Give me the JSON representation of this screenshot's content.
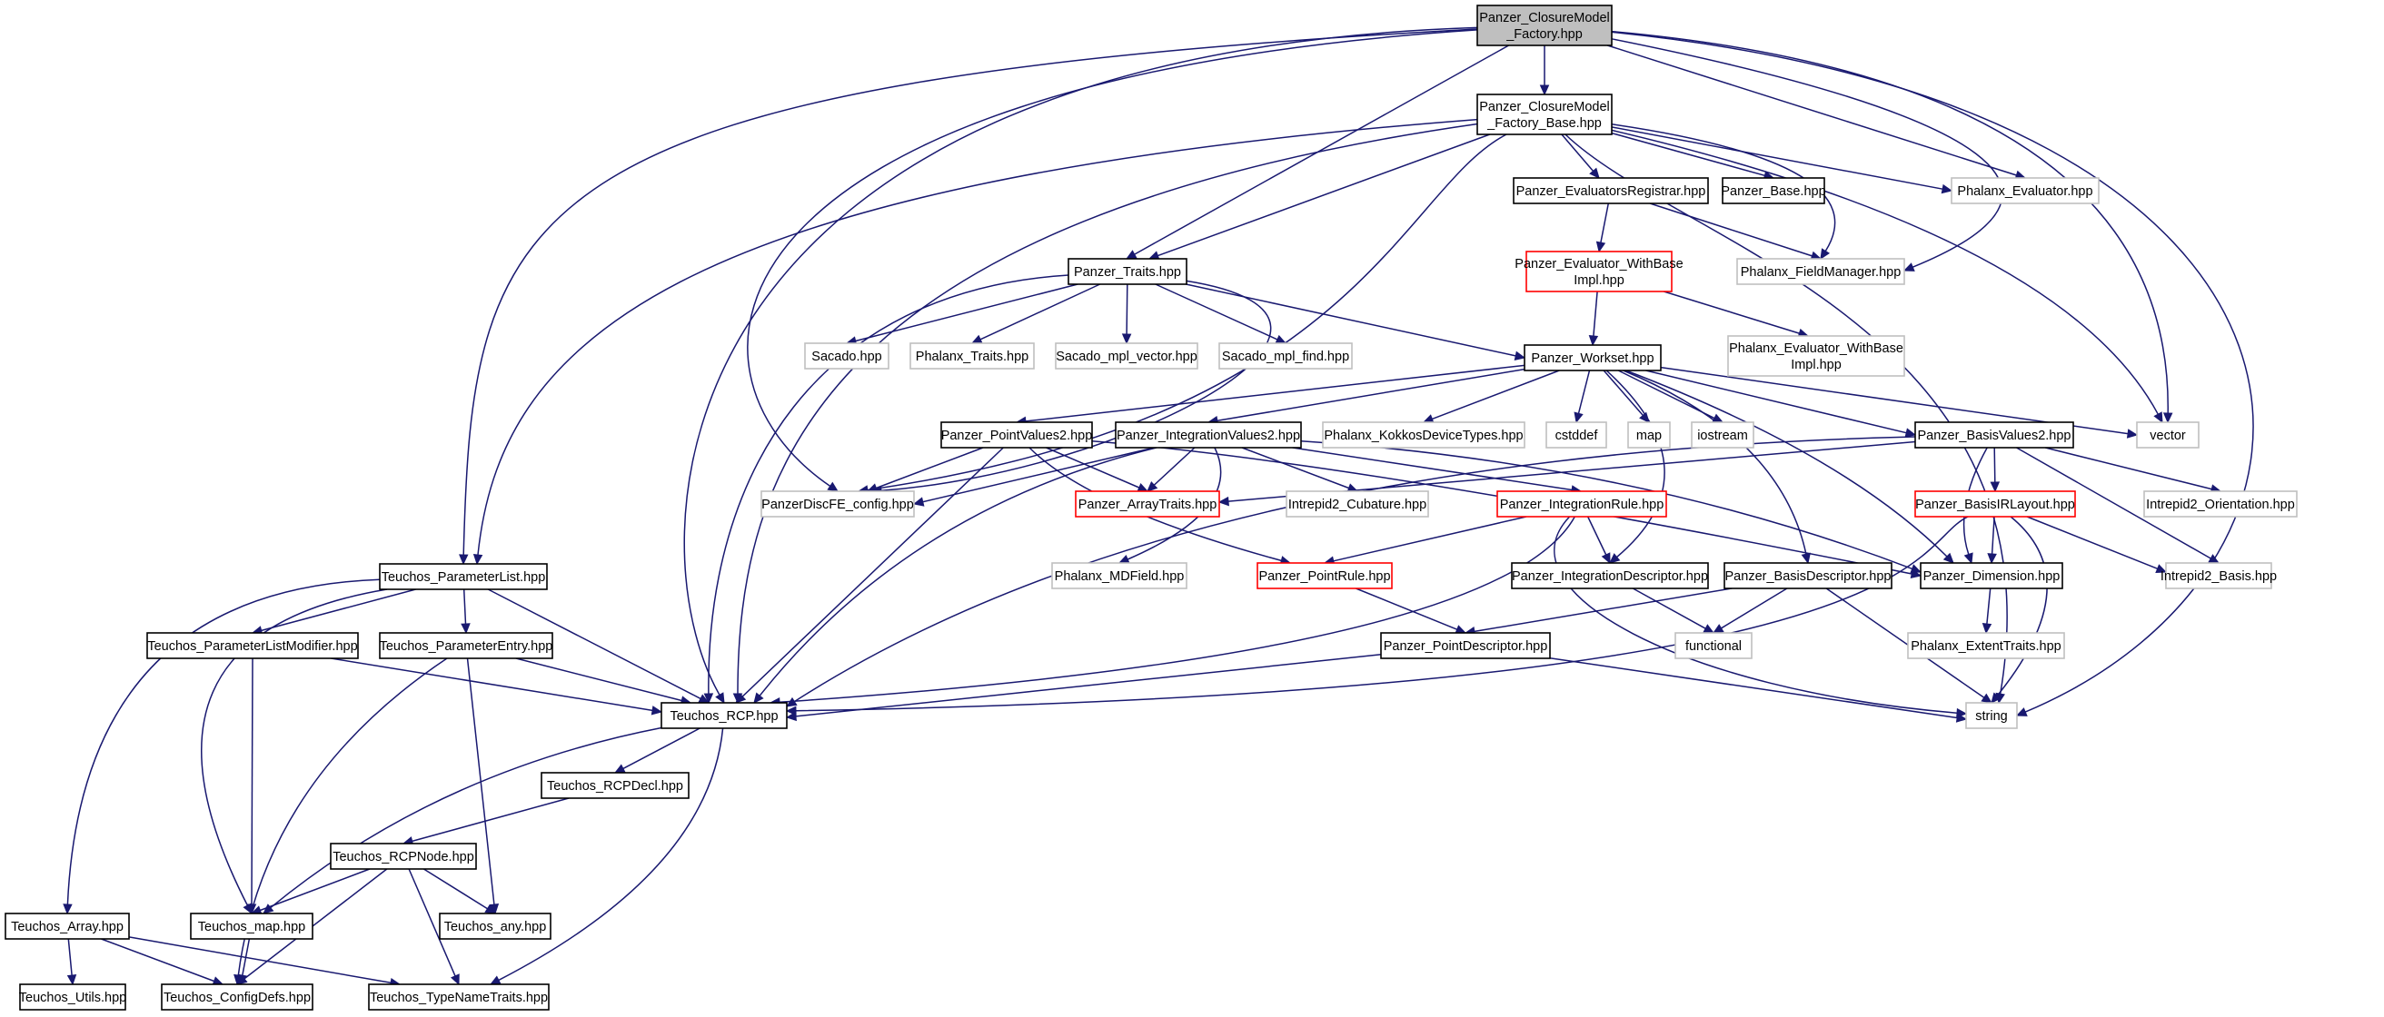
{
  "colors": {
    "edge": "#191970",
    "box_default": "#000000",
    "box_missing": "#bfbfbf",
    "box_truncated": "#ff0000",
    "root_fill": "#bfbfbf",
    "fill": "#ffffff"
  },
  "nodes": [
    {
      "id": "root",
      "lines": [
        "Panzer_ClosureModel",
        "_Factory.hpp"
      ],
      "style": "root"
    },
    {
      "id": "cmfb",
      "lines": [
        "Panzer_ClosureModel",
        "_Factory_Base.hpp"
      ],
      "style": "default"
    },
    {
      "id": "evreg",
      "lines": [
        "Panzer_EvaluatorsRegistrar.hpp"
      ],
      "style": "default"
    },
    {
      "id": "pbase",
      "lines": [
        "Panzer_Base.hpp"
      ],
      "style": "default"
    },
    {
      "id": "phev",
      "lines": [
        "Phalanx_Evaluator.hpp"
      ],
      "style": "missing"
    },
    {
      "id": "evwb",
      "lines": [
        "Panzer_Evaluator_WithBase",
        "Impl.hpp"
      ],
      "style": "truncated"
    },
    {
      "id": "phfm",
      "lines": [
        "Phalanx_FieldManager.hpp"
      ],
      "style": "missing"
    },
    {
      "id": "traits",
      "lines": [
        "Panzer_Traits.hpp"
      ],
      "style": "default"
    },
    {
      "id": "phevwb",
      "lines": [
        "Phalanx_Evaluator_WithBase",
        "Impl.hpp"
      ],
      "style": "missing"
    },
    {
      "id": "sacado",
      "lines": [
        "Sacado.hpp"
      ],
      "style": "missing"
    },
    {
      "id": "phtraits",
      "lines": [
        "Phalanx_Traits.hpp"
      ],
      "style": "missing"
    },
    {
      "id": "smv",
      "lines": [
        "Sacado_mpl_vector.hpp"
      ],
      "style": "missing"
    },
    {
      "id": "smf",
      "lines": [
        "Sacado_mpl_find.hpp"
      ],
      "style": "missing"
    },
    {
      "id": "workset",
      "lines": [
        "Panzer_Workset.hpp"
      ],
      "style": "default"
    },
    {
      "id": "pv2",
      "lines": [
        "Panzer_PointValues2.hpp"
      ],
      "style": "default"
    },
    {
      "id": "iv2",
      "lines": [
        "Panzer_IntegrationValues2.hpp"
      ],
      "style": "default"
    },
    {
      "id": "kokkos",
      "lines": [
        "Phalanx_KokkosDeviceTypes.hpp"
      ],
      "style": "missing"
    },
    {
      "id": "cstddef",
      "lines": [
        "cstddef"
      ],
      "style": "missing"
    },
    {
      "id": "map",
      "lines": [
        "map"
      ],
      "style": "missing"
    },
    {
      "id": "iostream",
      "lines": [
        "iostream"
      ],
      "style": "missing"
    },
    {
      "id": "bv2",
      "lines": [
        "Panzer_BasisValues2.hpp"
      ],
      "style": "default"
    },
    {
      "id": "vector",
      "lines": [
        "vector"
      ],
      "style": "missing"
    },
    {
      "id": "pdfe",
      "lines": [
        "PanzerDiscFE_config.hpp"
      ],
      "style": "missing"
    },
    {
      "id": "atraits",
      "lines": [
        "Panzer_ArrayTraits.hpp"
      ],
      "style": "truncated"
    },
    {
      "id": "icub",
      "lines": [
        "Intrepid2_Cubature.hpp"
      ],
      "style": "missing"
    },
    {
      "id": "irule",
      "lines": [
        "Panzer_IntegrationRule.hpp"
      ],
      "style": "truncated"
    },
    {
      "id": "birl",
      "lines": [
        "Panzer_BasisIRLayout.hpp"
      ],
      "style": "truncated"
    },
    {
      "id": "iorient",
      "lines": [
        "Intrepid2_Orientation.hpp"
      ],
      "style": "missing"
    },
    {
      "id": "mdfield",
      "lines": [
        "Phalanx_MDField.hpp"
      ],
      "style": "missing"
    },
    {
      "id": "prule",
      "lines": [
        "Panzer_PointRule.hpp"
      ],
      "style": "truncated"
    },
    {
      "id": "idesc",
      "lines": [
        "Panzer_IntegrationDescriptor.hpp"
      ],
      "style": "default"
    },
    {
      "id": "bdesc",
      "lines": [
        "Panzer_BasisDescriptor.hpp"
      ],
      "style": "default"
    },
    {
      "id": "dim",
      "lines": [
        "Panzer_Dimension.hpp"
      ],
      "style": "default"
    },
    {
      "id": "ibasis",
      "lines": [
        "Intrepid2_Basis.hpp"
      ],
      "style": "missing"
    },
    {
      "id": "tpl",
      "lines": [
        "Teuchos_ParameterList.hpp"
      ],
      "style": "default"
    },
    {
      "id": "tplm",
      "lines": [
        "Teuchos_ParameterListModifier.hpp"
      ],
      "style": "default"
    },
    {
      "id": "tpe",
      "lines": [
        "Teuchos_ParameterEntry.hpp"
      ],
      "style": "default"
    },
    {
      "id": "pdesc",
      "lines": [
        "Panzer_PointDescriptor.hpp"
      ],
      "style": "default"
    },
    {
      "id": "functional",
      "lines": [
        "functional"
      ],
      "style": "missing"
    },
    {
      "id": "phext",
      "lines": [
        "Phalanx_ExtentTraits.hpp"
      ],
      "style": "missing"
    },
    {
      "id": "rcp",
      "lines": [
        "Teuchos_RCP.hpp"
      ],
      "style": "default"
    },
    {
      "id": "string",
      "lines": [
        "string"
      ],
      "style": "missing"
    },
    {
      "id": "rcpdecl",
      "lines": [
        "Teuchos_RCPDecl.hpp"
      ],
      "style": "default"
    },
    {
      "id": "rcpnode",
      "lines": [
        "Teuchos_RCPNode.hpp"
      ],
      "style": "default"
    },
    {
      "id": "tarray",
      "lines": [
        "Teuchos_Array.hpp"
      ],
      "style": "default"
    },
    {
      "id": "tmap",
      "lines": [
        "Teuchos_map.hpp"
      ],
      "style": "default"
    },
    {
      "id": "tany",
      "lines": [
        "Teuchos_any.hpp"
      ],
      "style": "default"
    },
    {
      "id": "tutils",
      "lines": [
        "Teuchos_Utils.hpp"
      ],
      "style": "default"
    },
    {
      "id": "tconf",
      "lines": [
        "Teuchos_ConfigDefs.hpp"
      ],
      "style": "default"
    },
    {
      "id": "ttnt",
      "lines": [
        "Teuchos_TypeNameTraits.hpp"
      ],
      "style": "default"
    }
  ]
}
